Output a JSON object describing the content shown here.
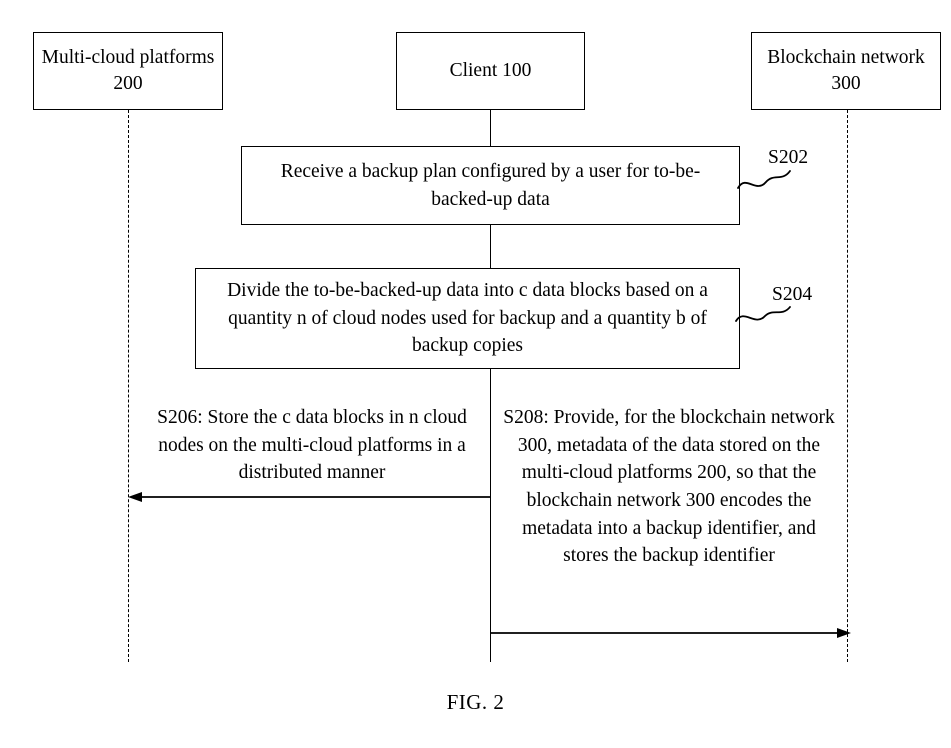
{
  "figure": {
    "caption": "FIG. 2",
    "line_color": "#000000",
    "background": "#ffffff"
  },
  "actors": [
    {
      "id": "multi-cloud-platforms",
      "label": "Multi-cloud platforms 200"
    },
    {
      "id": "client",
      "label": "Client 100"
    },
    {
      "id": "blockchain-network",
      "label": "Blockchain network 300"
    }
  ],
  "steps": [
    {
      "id": "s202",
      "tag": "S202",
      "text": "Receive a backup plan configured by a user for to-be-backed-up data",
      "kind": "process-box"
    },
    {
      "id": "s204",
      "tag": "S204",
      "text": "Divide the to-be-backed-up data into c data blocks based on a quantity n of cloud nodes used for backup and a quantity b of backup copies",
      "kind": "process-box"
    },
    {
      "id": "s206",
      "tag": "S206",
      "text": "S206: Store the c data blocks in n cloud nodes on the multi-cloud platforms in a distributed manner",
      "kind": "message",
      "direction": "left",
      "from": "client",
      "to": "multi-cloud-platforms"
    },
    {
      "id": "s208",
      "tag": "S208",
      "text": "S208: Provide, for the blockchain network 300, metadata of the data stored on the multi-cloud platforms 200, so that the blockchain network 300 encodes the metadata into a backup identifier, and stores the backup identifier",
      "kind": "message",
      "direction": "right",
      "from": "client",
      "to": "blockchain-network"
    }
  ]
}
